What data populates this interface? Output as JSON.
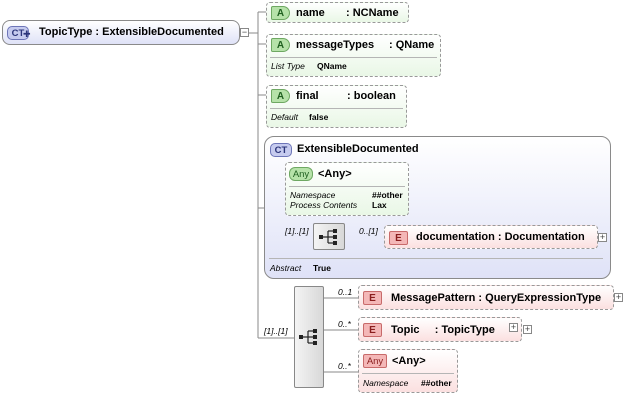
{
  "root": {
    "badge": "CT",
    "label": "TopicType : ExtensibleDocumented"
  },
  "attributes": [
    {
      "badge": "A",
      "name": "name",
      "type": ": NCName"
    },
    {
      "badge": "A",
      "name": "messageTypes",
      "type": ": QName",
      "prop_label": "List Type",
      "prop_value": "QName"
    },
    {
      "badge": "A",
      "name": "final",
      "type": ": boolean",
      "prop_label": "Default",
      "prop_value": "false"
    }
  ],
  "base_type": {
    "badge": "CT",
    "label": "ExtensibleDocumented",
    "any": {
      "badge": "Any",
      "label": "<Any>",
      "namespace_label": "Namespace",
      "namespace_value": "##other",
      "process_label": "Process Contents",
      "process_value": "Lax"
    },
    "sequence_occurrence": "[1]..[1]",
    "documentation": {
      "badge": "E",
      "occurrence": "0..[1]",
      "label": "documentation : Documentation"
    },
    "abstract_label": "Abstract",
    "abstract_value": "True"
  },
  "sequence_occurrence": "[1]..[1]",
  "children": [
    {
      "badge": "E",
      "occurrence": "0..1",
      "label": "MessagePattern : QueryExpressionType"
    },
    {
      "badge": "E",
      "occurrence": "0..*",
      "label": "Topic     : TopicType"
    },
    {
      "badge": "Any",
      "occurrence": "0..*",
      "label": "<Any>",
      "prop_label": "Namespace",
      "prop_value": "##other"
    }
  ],
  "colors": {
    "attribute": "#b6e2a9",
    "element": "#f4b7b7",
    "complex_type": "#c6cbef"
  },
  "icons": {
    "expand": "plus-icon",
    "collapse": "minus-icon",
    "sequence": "sequence-icon"
  }
}
